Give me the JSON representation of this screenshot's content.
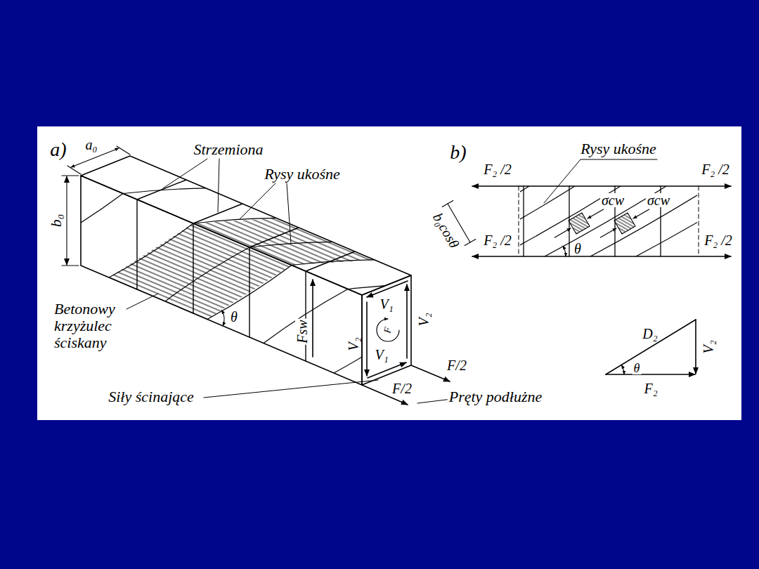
{
  "diagram": {
    "labels": [
      "a)",
      "a₀",
      "b₀",
      "Strzemiona",
      "Rysy ukośne",
      "Betonowy krzyżulec ściskany",
      "θ",
      "Fsw",
      "V₁",
      "V₂",
      "F",
      "V₂",
      "V₁",
      "F/2",
      "F/2",
      "Siły ścinające",
      "Pręty podłużne",
      "b)",
      "Rysy ukośne",
      "F₂ /2",
      "F₂ /2",
      "F₂ /2",
      "F₂ /2",
      "σcw",
      "σcw",
      "θ",
      "b₀cosθ",
      "D₂",
      "V₂",
      "θ",
      "F₂"
    ]
  }
}
